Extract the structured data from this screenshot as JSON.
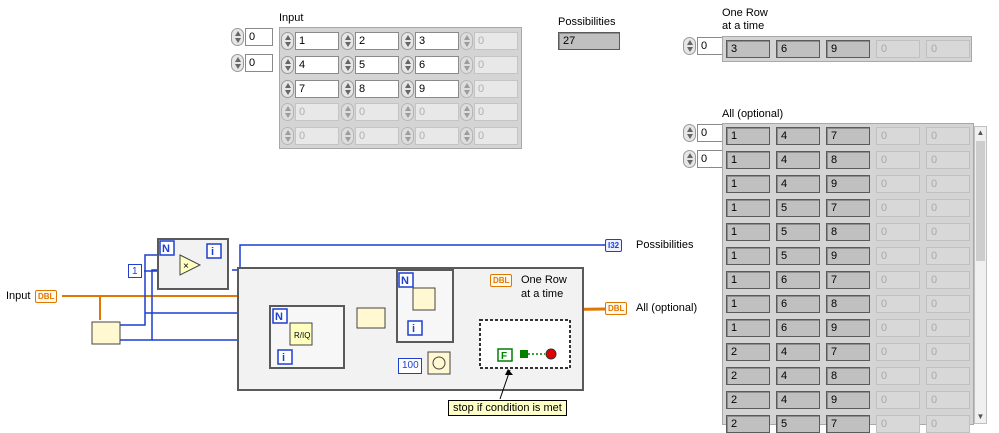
{
  "input_array": {
    "label": "Input",
    "row_index": "0",
    "col_index": "0",
    "rows": [
      [
        "1",
        "2",
        "3",
        "0"
      ],
      [
        "4",
        "5",
        "6",
        "0"
      ],
      [
        "7",
        "8",
        "9",
        "0"
      ],
      [
        "0",
        "0",
        "0",
        "0"
      ],
      [
        "0",
        "0",
        "0",
        "0"
      ]
    ]
  },
  "possibilities": {
    "label": "Possibilities",
    "value": "27"
  },
  "one_row": {
    "label_line1": "One Row",
    "label_line2": "at a time",
    "index": "0",
    "values": [
      "3",
      "6",
      "9",
      "0",
      "0"
    ]
  },
  "all_array": {
    "label": "All (optional)",
    "row_index": "0",
    "col_index": "0",
    "rows": [
      [
        "1",
        "4",
        "7",
        "0",
        "0"
      ],
      [
        "1",
        "4",
        "8",
        "0",
        "0"
      ],
      [
        "1",
        "4",
        "9",
        "0",
        "0"
      ],
      [
        "1",
        "5",
        "7",
        "0",
        "0"
      ],
      [
        "1",
        "5",
        "8",
        "0",
        "0"
      ],
      [
        "1",
        "5",
        "9",
        "0",
        "0"
      ],
      [
        "1",
        "6",
        "7",
        "0",
        "0"
      ],
      [
        "1",
        "6",
        "8",
        "0",
        "0"
      ],
      [
        "1",
        "6",
        "9",
        "0",
        "0"
      ],
      [
        "2",
        "4",
        "7",
        "0",
        "0"
      ],
      [
        "2",
        "4",
        "8",
        "0",
        "0"
      ],
      [
        "2",
        "4",
        "9",
        "0",
        "0"
      ],
      [
        "2",
        "5",
        "7",
        "0",
        "0"
      ]
    ]
  },
  "diagram": {
    "input_label": "Input",
    "input_type": "DBL",
    "possibilities_label": "Possibilities",
    "possibilities_type": "I32",
    "one_row_label_line1": "One Row",
    "one_row_label_line2": "at a time",
    "one_row_type": "DBL",
    "all_label": "All (optional)",
    "all_type": "DBL",
    "constant_one": "1",
    "constant_100": "100",
    "loop_n": "N",
    "loop_i": "i",
    "false_const": "F",
    "multiply_symbol": "×",
    "note": "stop if condition is met"
  },
  "colors": {
    "wire_orange": "#e07800",
    "wire_blue": "#1f3fd0",
    "wire_i32": "#1f3fd0",
    "panel_grey": "#d4d4d4",
    "stop_red": "#e00000",
    "bool_green": "#008000"
  }
}
